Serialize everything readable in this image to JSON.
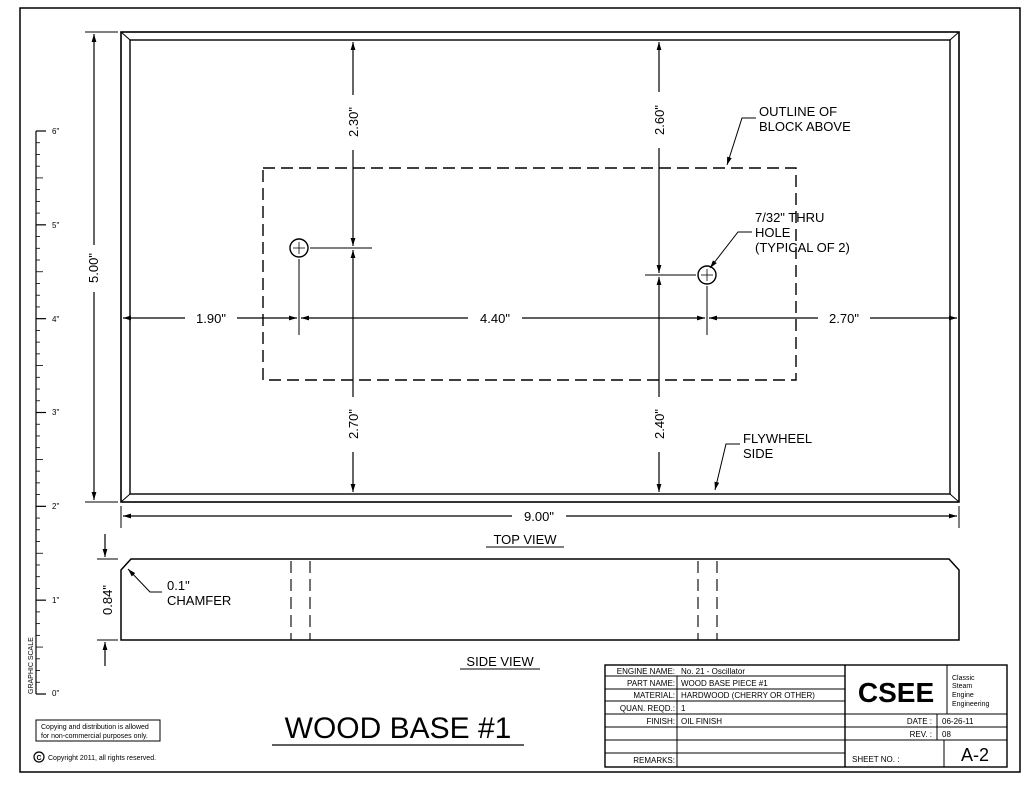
{
  "drawing_title": "WOOD BASE #1",
  "graphic_scale": {
    "label": "GRAPHIC SCALE",
    "ticks": [
      "6\"",
      "5\"",
      "4\"",
      "3\"",
      "2\"",
      "1\"",
      "0\""
    ]
  },
  "top_view": {
    "label": "TOP VIEW",
    "dimensions": {
      "overall_height": "5.00\"",
      "overall_width": "9.00\"",
      "left_offset": "1.90\"",
      "hole_spacing": "4.40\"",
      "right_offset": "2.70\"",
      "left_top": "2.30\"",
      "left_bottom": "2.70\"",
      "right_top": "2.60\"",
      "right_bottom": "2.40\""
    },
    "notes": {
      "outline_line1": "OUTLINE OF",
      "outline_line2": "BLOCK ABOVE",
      "hole_line1": "7/32\" THRU",
      "hole_line2": "HOLE",
      "hole_line3": "(TYPICAL OF 2)",
      "flywheel_line1": "FLYWHEEL",
      "flywheel_line2": "SIDE"
    }
  },
  "side_view": {
    "label": "SIDE VIEW",
    "thickness": "0.84\"",
    "chamfer_line1": "0.1\"",
    "chamfer_line2": "CHAMFER"
  },
  "copyright": {
    "notice_line1": "Copying and distribution is allowed",
    "notice_line2": "for non-commercial purposes only.",
    "symbol": "C",
    "text": "Copyright 2011, all rights reserved."
  },
  "title_block": {
    "rows": [
      {
        "label": "ENGINE NAME:",
        "value": "No. 21 - Oscillator"
      },
      {
        "label": "PART NAME:",
        "value": "WOOD BASE PIECE #1"
      },
      {
        "label": "MATERIAL:",
        "value": "HARDWOOD (CHERRY OR OTHER)"
      },
      {
        "label": "QUAN. REQD.:",
        "value": "1"
      },
      {
        "label": "FINISH:",
        "value": "OIL FINISH"
      },
      {
        "label": "",
        "value": ""
      },
      {
        "label": "REMARKS:",
        "value": ""
      }
    ],
    "logo": "CSEE",
    "logo_words": [
      "Classic",
      "Steam",
      "Engine",
      "Engineering"
    ],
    "date_label": "DATE :",
    "date_value": "06-26-11",
    "rev_label": "REV. :",
    "rev_value": "08",
    "sheet_label": "SHEET NO. :",
    "sheet_value": "A-2"
  }
}
